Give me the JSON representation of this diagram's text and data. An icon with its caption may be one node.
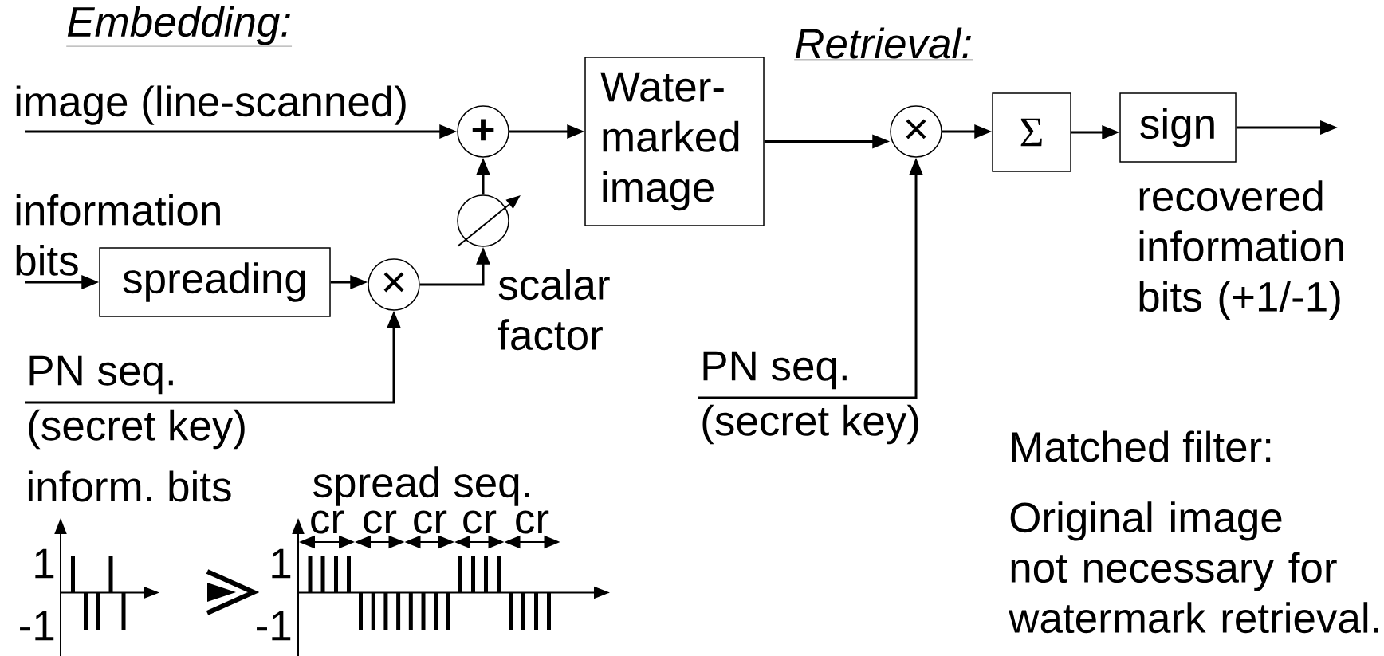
{
  "diagram": {
    "nodes": [
      {
        "text": [
          "image (line-scanned)"
        ]
      },
      {
        "text": [
          "+"
        ]
      },
      {
        "text": [
          "information bits"
        ]
      },
      {
        "text": [
          "spreading"
        ]
      },
      {
        "text": [
          "×"
        ]
      },
      {
        "text": [],
        "shape": "circle",
        "beside": [
          "scalar factor"
        ]
      },
      {
        "text": [
          "PN seq.",
          "(secret key)"
        ]
      },
      {
        "text": [
          "Water- marked image"
        ]
      },
      {
        "text": [
          "×"
        ]
      },
      {
        "text": [
          "Σ"
        ]
      },
      {
        "text": [
          "sign"
        ]
      },
      {
        "text": [
          "PN seq.",
          "(secret key)"
        ]
      }
    ],
    "edges": [
      {
        "from": 0,
        "to": 1,
        "arrow": "to"
      },
      {
        "from": 1,
        "to": 7,
        "arrow": "to"
      },
      {
        "from": 2,
        "to": 3,
        "arrow": "to"
      },
      {
        "from": 3,
        "to": 4,
        "arrow": "to"
      },
      {
        "from": 4,
        "to": 5,
        "arrow": "to"
      },
      {
        "from": 5,
        "to": 1,
        "arrow": "to"
      },
      {
        "from": 6,
        "to": 4,
        "arrow": "to"
      },
      {
        "from": 7,
        "to": 8,
        "arrow": "to"
      },
      {
        "from": 11,
        "to": 8,
        "arrow": "to"
      },
      {
        "from": 8,
        "to": 9,
        "arrow": "to"
      },
      {
        "from": 9,
        "to": 10,
        "arrow": "to"
      },
      {
        "from": 10,
        "to": null,
        "arrow": "to"
      }
    ],
    "labels": [
      "Embedding:",
      "Retrieval:",
      "recovered information bits (+1/-1)",
      "Matched filter:",
      "inform. bits",
      "spread seq.",
      "cr",
      "cr",
      "cr",
      "cr",
      "cr",
      "1",
      "1",
      "Original image not necessary for watermark retrieval.",
      "-1",
      "-1"
    ]
  }
}
